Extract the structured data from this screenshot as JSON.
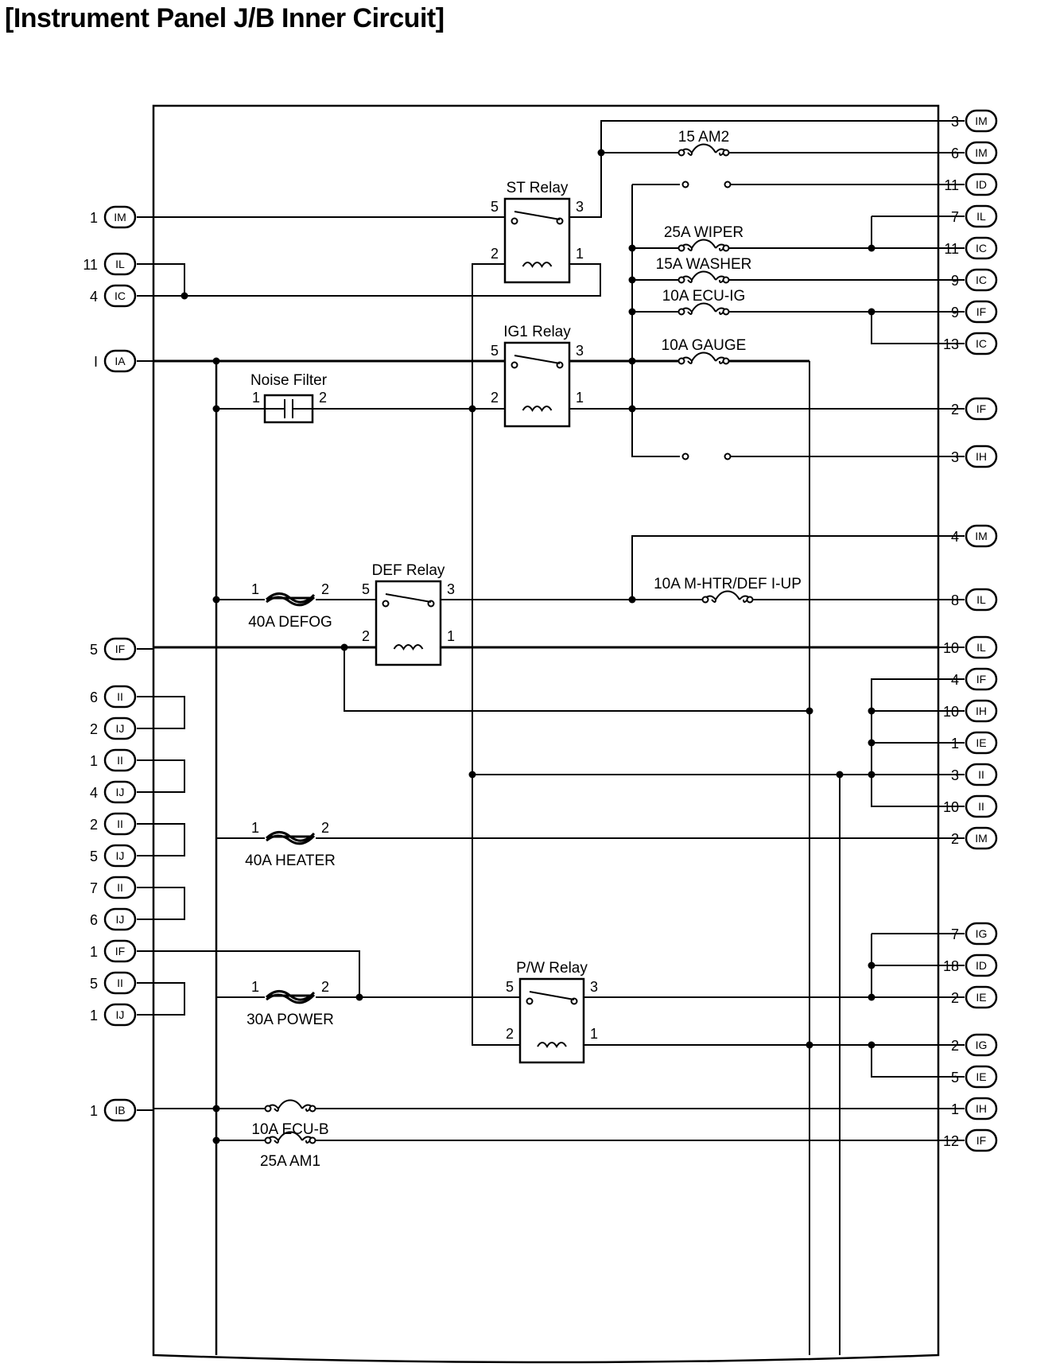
{
  "title": "[Instrument Panel J/B Inner Circuit]",
  "left_connectors": [
    {
      "pin": "1",
      "code": "IM"
    },
    {
      "pin": "11",
      "code": "IL"
    },
    {
      "pin": "4",
      "code": "IC"
    },
    {
      "pin": "I",
      "code": "IA"
    },
    {
      "pin": "5",
      "code": "IF"
    },
    {
      "pin": "6",
      "code": "II"
    },
    {
      "pin": "2",
      "code": "IJ"
    },
    {
      "pin": "1",
      "code": "II"
    },
    {
      "pin": "4",
      "code": "IJ"
    },
    {
      "pin": "2",
      "code": "II"
    },
    {
      "pin": "5",
      "code": "IJ"
    },
    {
      "pin": "7",
      "code": "II"
    },
    {
      "pin": "6",
      "code": "IJ"
    },
    {
      "pin": "1",
      "code": "IF"
    },
    {
      "pin": "5",
      "code": "II"
    },
    {
      "pin": "1",
      "code": "IJ"
    },
    {
      "pin": "1",
      "code": "IB"
    }
  ],
  "right_connectors": [
    {
      "pin": "3",
      "code": "IM"
    },
    {
      "pin": "6",
      "code": "IM"
    },
    {
      "pin": "11",
      "code": "ID"
    },
    {
      "pin": "7",
      "code": "IL"
    },
    {
      "pin": "11",
      "code": "IC"
    },
    {
      "pin": "9",
      "code": "IC"
    },
    {
      "pin": "9",
      "code": "IF"
    },
    {
      "pin": "13",
      "code": "IC"
    },
    {
      "pin": "2",
      "code": "IF"
    },
    {
      "pin": "3",
      "code": "IH"
    },
    {
      "pin": "4",
      "code": "IM"
    },
    {
      "pin": "8",
      "code": "IL"
    },
    {
      "pin": "10",
      "code": "IL"
    },
    {
      "pin": "4",
      "code": "IF"
    },
    {
      "pin": "10",
      "code": "IH"
    },
    {
      "pin": "1",
      "code": "IE"
    },
    {
      "pin": "3",
      "code": "II"
    },
    {
      "pin": "10",
      "code": "II"
    },
    {
      "pin": "2",
      "code": "IM"
    },
    {
      "pin": "7",
      "code": "IG"
    },
    {
      "pin": "18",
      "code": "ID"
    },
    {
      "pin": "2",
      "code": "IE"
    },
    {
      "pin": "2",
      "code": "IG"
    },
    {
      "pin": "5",
      "code": "IE"
    },
    {
      "pin": "1",
      "code": "IH"
    },
    {
      "pin": "12",
      "code": "IF"
    }
  ],
  "relays": [
    {
      "label": "ST Relay",
      "pins": [
        "5",
        "3",
        "2",
        "1"
      ]
    },
    {
      "label": "IG1 Relay",
      "pins": [
        "5",
        "3",
        "2",
        "1"
      ]
    },
    {
      "label": "DEF Relay",
      "pins": [
        "5",
        "3",
        "2",
        "1"
      ]
    },
    {
      "label": "P/W Relay",
      "pins": [
        "5",
        "3",
        "2",
        "1"
      ]
    }
  ],
  "fuses": [
    {
      "label": "15 AM2"
    },
    {
      "label": "25A WIPER"
    },
    {
      "label": "15A WASHER"
    },
    {
      "label": "10A ECU-IG"
    },
    {
      "label": "10A GAUGE"
    },
    {
      "label": "10A M-HTR/DEF I-UP"
    },
    {
      "label": "10A ECU-B"
    },
    {
      "label": "25A AM1"
    }
  ],
  "fusible_links": [
    {
      "label": "40A DEFOG",
      "pin_a": "1",
      "pin_b": "2"
    },
    {
      "label": "40A HEATER",
      "pin_a": "1",
      "pin_b": "2"
    },
    {
      "label": "30A POWER",
      "pin_a": "1",
      "pin_b": "2"
    }
  ],
  "noise_filter": {
    "label": "Noise Filter",
    "pin_a": "1",
    "pin_b": "2"
  }
}
